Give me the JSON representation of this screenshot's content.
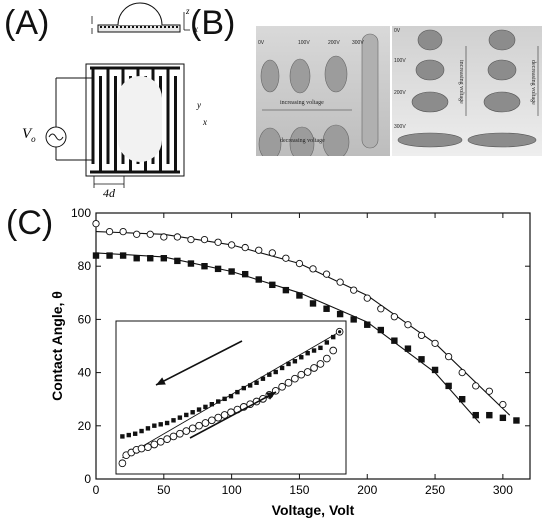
{
  "panels": {
    "a": "(A)",
    "b": "(B)",
    "c": "(C)"
  },
  "schematic": {
    "source_label": "V",
    "source_sub": "o",
    "pitch_label": "4d",
    "axis_z": "z",
    "axis_x": "x",
    "axis_y": "y",
    "axis_x2": "x"
  },
  "photos": {
    "left_top_arrow": "increasing voltage",
    "left_bottom_arrow": "decreasing voltage",
    "right_arrow_left": "increasing voltage",
    "right_arrow_right": "decreasing voltage",
    "voltage_tags": [
      "0V",
      "100V",
      "200V",
      "300V"
    ]
  },
  "chart_data": {
    "type": "scatter",
    "xlabel": "Voltage, Volt",
    "ylabel": "Contact Angle, θ",
    "xlim": [
      0,
      320
    ],
    "ylim": [
      0,
      100
    ],
    "xticks": [
      0,
      50,
      100,
      150,
      200,
      250,
      300
    ],
    "yticks": [
      0,
      20,
      40,
      60,
      80,
      100
    ],
    "grid": false,
    "series": [
      {
        "marker": "open-circle",
        "x": [
          0,
          10,
          20,
          30,
          40,
          50,
          60,
          70,
          80,
          90,
          100,
          110,
          120,
          130,
          140,
          150,
          160,
          170,
          180,
          190,
          200,
          210,
          220,
          230,
          240,
          250,
          260,
          270,
          280,
          290,
          300
        ],
        "y": [
          96,
          93,
          93,
          92,
          92,
          91,
          91,
          90,
          90,
          89,
          88,
          87,
          86,
          85,
          83,
          81,
          79,
          77,
          74,
          71,
          68,
          64,
          61,
          58,
          54,
          51,
          46,
          40,
          35,
          33,
          28
        ]
      },
      {
        "marker": "filled-square",
        "x": [
          0,
          10,
          20,
          30,
          40,
          50,
          60,
          70,
          80,
          90,
          100,
          110,
          120,
          130,
          140,
          150,
          160,
          170,
          180,
          190,
          200,
          210,
          220,
          230,
          240,
          250,
          260,
          270,
          280,
          290,
          300,
          310
        ],
        "y": [
          84,
          84,
          84,
          83,
          83,
          83,
          82,
          81,
          80,
          79,
          78,
          77,
          75,
          73,
          71,
          69,
          66,
          64,
          62,
          60,
          58,
          56,
          52,
          49,
          45,
          41,
          35,
          30,
          24,
          24,
          23,
          22
        ]
      }
    ],
    "fit_curves": [
      {
        "x": [
          0,
          50,
          100,
          150,
          200,
          250,
          305
        ],
        "y": [
          93,
          92,
          88,
          81,
          69,
          51,
          24
        ]
      },
      {
        "x": [
          0,
          50,
          100,
          150,
          200,
          250,
          283
        ],
        "y": [
          85,
          83.5,
          78,
          70,
          59,
          40,
          21
        ]
      }
    ],
    "inset": {
      "xlim": [
        0,
        180
      ],
      "ylim": [
        5,
        62
      ],
      "series": [
        {
          "marker": "filled-square",
          "x": [
            5,
            10,
            15,
            20,
            25,
            30,
            35,
            40,
            45,
            50,
            55,
            60,
            65,
            70,
            75,
            80,
            85,
            90,
            95,
            100,
            105,
            110,
            115,
            120,
            125,
            130,
            135,
            140,
            145,
            150,
            155,
            160,
            165,
            170
          ],
          "y": [
            19,
            19.5,
            20,
            21,
            22,
            23,
            23.5,
            24,
            25,
            26,
            27,
            28,
            29,
            30,
            31,
            32,
            33,
            34,
            35.5,
            37,
            38,
            39,
            40.5,
            42,
            43,
            44.5,
            46,
            47,
            48.5,
            50,
            51,
            52,
            54,
            56
          ]
        },
        {
          "marker": "open-circle",
          "x": [
            5,
            8,
            12,
            16,
            20,
            25,
            30,
            35,
            40,
            45,
            50,
            55,
            60,
            65,
            70,
            75,
            80,
            85,
            90,
            95,
            100,
            105,
            110,
            115,
            120,
            125,
            130,
            135,
            140,
            145,
            150,
            155,
            160,
            165,
            170,
            175
          ],
          "y": [
            9,
            12,
            13,
            14,
            14.5,
            15,
            16,
            17,
            18,
            19,
            20,
            21,
            22,
            23,
            24,
            25,
            26,
            27,
            28,
            29,
            30,
            31,
            32,
            33,
            34.5,
            36,
            37.5,
            39,
            40.5,
            42,
            43,
            44.5,
            46,
            48,
            51,
            58
          ]
        }
      ]
    }
  }
}
